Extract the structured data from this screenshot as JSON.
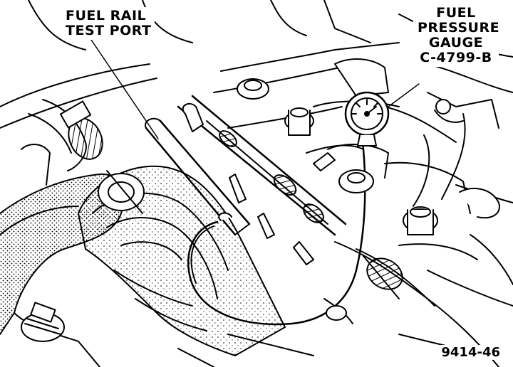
{
  "labels": {
    "fuel_rail_test_port": [
      "FUEL RAIL",
      "TEST PORT"
    ],
    "fuel_pressure_gauge": [
      "FUEL",
      "PRESSURE",
      "GAUGE",
      "C-4799-B"
    ]
  },
  "figure_number": "9414-46",
  "colors": {
    "ink": "#000000",
    "paper": "#ffffff"
  }
}
